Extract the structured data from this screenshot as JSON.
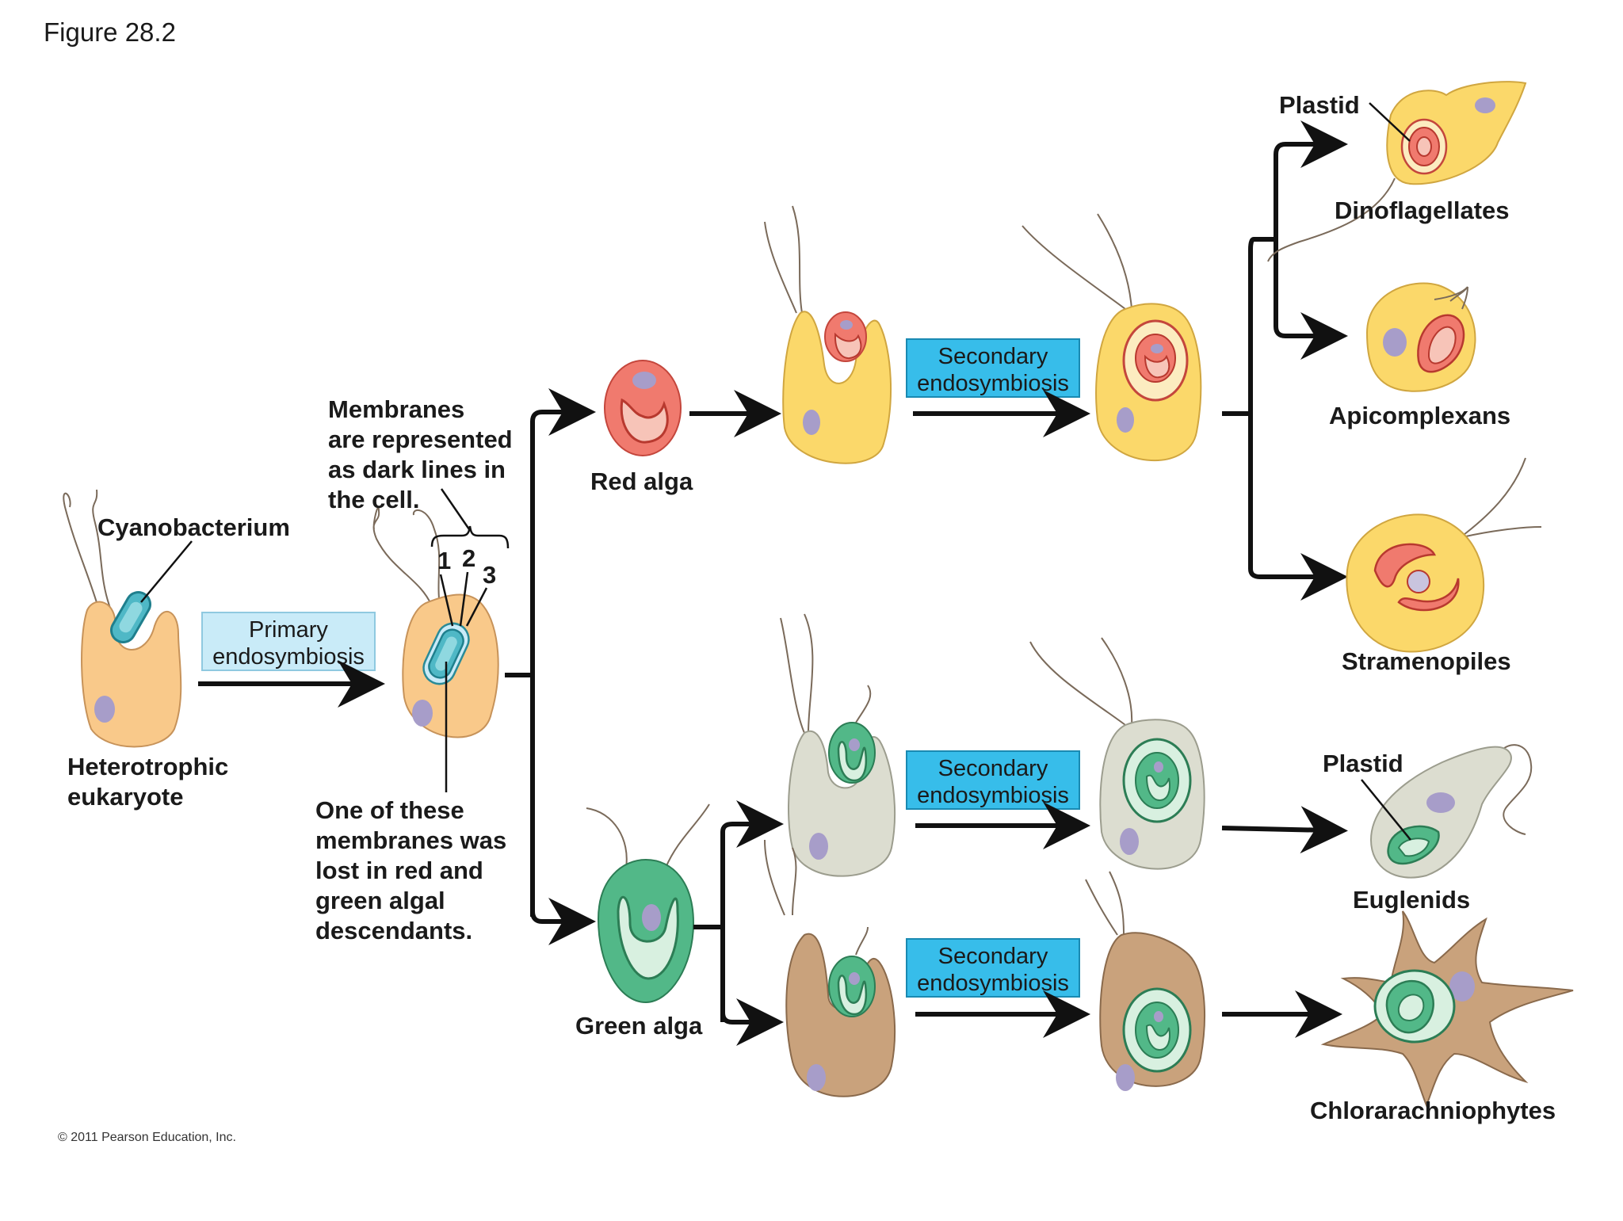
{
  "figure_label": "Figure 28.2",
  "copyright": "© 2011 Pearson Education, Inc.",
  "labels": {
    "cyanobacterium": "Cyanobacterium",
    "heterotrophic_1": "Heterotrophic",
    "heterotrophic_2": "eukaryote",
    "primary_1": "Primary",
    "primary_2": "endosymbiosis",
    "membranes": [
      "Membranes",
      "are represented",
      "as dark lines in",
      "the cell."
    ],
    "membrane_numbers": [
      "1",
      "2",
      "3"
    ],
    "lost": [
      "One of these",
      "membranes was",
      "lost in red and",
      "green algal",
      "descendants."
    ],
    "red_alga": "Red alga",
    "green_alga": "Green alga",
    "secondary_1": "Secondary",
    "secondary_2": "endosymbiosis",
    "plastid": "Plastid",
    "dinoflagellates": "Dinoflagellates",
    "apicomplexans": "Apicomplexans",
    "stramenopiles": "Stramenopiles",
    "euglenids": "Euglenids",
    "chlorarachniophytes": "Chlorarachniophytes"
  },
  "colors": {
    "heterotroph": "#f9c98a",
    "cyanobacterium": "#4fb8c6",
    "red_alga": "#f07a6e",
    "green_alga": "#52b888",
    "yellow_host": "#fbd86a",
    "gray_host": "#dcddd0",
    "brown_host": "#c9a27c",
    "nucleus": "#a79dc9",
    "secondary_box": "#37bdea",
    "primary_box": "#c9ebf8"
  }
}
